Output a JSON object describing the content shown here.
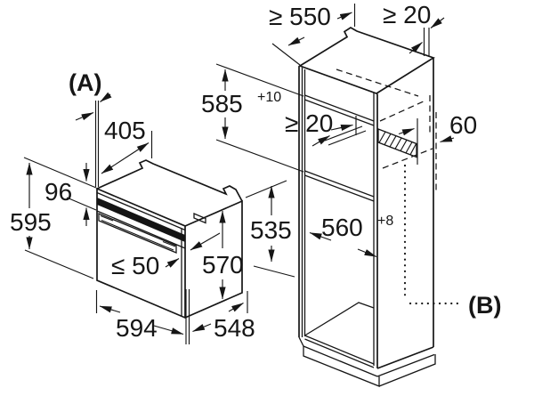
{
  "drawing": {
    "background": "#ffffff",
    "line_color": "#161616",
    "views": {
      "oven": {
        "view_label": "(A)",
        "top_depth": "405",
        "control_panel_height": "96",
        "front_height": "595",
        "door_protrusion_max": "≤ 50",
        "body_height": "570",
        "rear_height": "535",
        "width": "594",
        "depth": "548"
      },
      "cabinet": {
        "view_label": "(B)",
        "min_depth": "≥ 550",
        "top_rear_gap_min": "≥ 20",
        "niche_height": "585",
        "niche_height_tolerance": "+10",
        "vent_gap_min": "≥ 20",
        "rear_clearance": "60",
        "niche_width": "560",
        "niche_width_tolerance": "+8"
      }
    }
  }
}
